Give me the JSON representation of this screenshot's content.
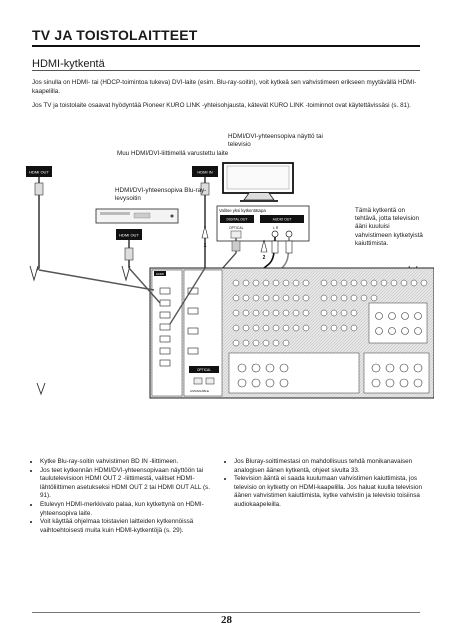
{
  "section_title": "TV JA TOISTOLAITTEET",
  "subsection_title": "HDMI-kytkentä",
  "paragraphs": [
    "Jos sinulla on HDMI- tai (HDCP-toimintoa tukeva) DVI-laite (esim. Blu-ray-soitin), voit kytkeä sen vahvistimeen erikseen myytävällä HDMI-kaapelilla.",
    "Jos TV ja toistolaite osaavat hyödyntää Pioneer KURO LINK -yhteisohjausta, kätevät KURO LINK -toiminnot ovat käytettävissäsi (s. 81)."
  ],
  "diagram": {
    "label_tv": "HDMI/DVI-yhteensopiva näyttö tai televisio",
    "label_bd_hdmi": "Muu HDMI/DVI-liittimellä varustettu laite",
    "label_bd": "HDMI/DVI-yhteensopiva Blu-ray-levysoitin",
    "label_select": "Valitse yksi kytkentätapa",
    "label_note": "Tämä kytkentä on tehtävä, jotta television ääni kuuluisi vahvistimeen kytketyistä kaiuttimista.",
    "tag_hdmi_out": "HDMI OUT",
    "tag_hdmi_in": "HDMI IN",
    "tag_digital_out": "DIGITAL OUT",
    "tag_optical": "OPTICAL",
    "tag_audio_out": "AUDIO OUT",
    "tag_lr": "L    R",
    "tag_hdmi_rear": "HDMI",
    "tag_optical_rear": "OPTICAL",
    "tag_assignable": "ASSIGNABLE",
    "label_1": "1",
    "label_2": "2"
  },
  "bullets_left": [
    "Kytke Blu-ray-soitin vahvistimen BD IN -liittimeen.",
    "Jos teet kytkennän HDMI/DVI-yhteensopivaan näyttöön tai taulutelevisioon HDMI OUT 2 -liittimestä, valitset HDMI-lähtöliittimen asetukseksi HDMI OUT 2 tai HDMI OUT ALL (s. 91).",
    "Etulevyn HDMI-merkkivalo palaa, kun kytkettynä on HDMI-yhteensopiva laite.",
    "Voit käyttää ohjelmaa toistavien laitteiden kytkennöissä vaihtoehtoisesti muita kuin HDMI-kytkentöjä (s. 29)."
  ],
  "bullets_right": [
    "Jos Bluray-soittimestasi on mahdollisuus tehdä monikanavaisen analogisen äänen kytkentä, ohjeet sivulta 33.",
    "Television ääntä ei saada kuulumaan vahvistimen kaiuttimista, jos televisio on kytketty on HDMI-kaapelilla. Jos haluat kuulla television äänen vahvistimen kaiuttimista, kytke vahvistin ja televisio toisiinsa audiokaapeleilla."
  ],
  "page_number": "28"
}
